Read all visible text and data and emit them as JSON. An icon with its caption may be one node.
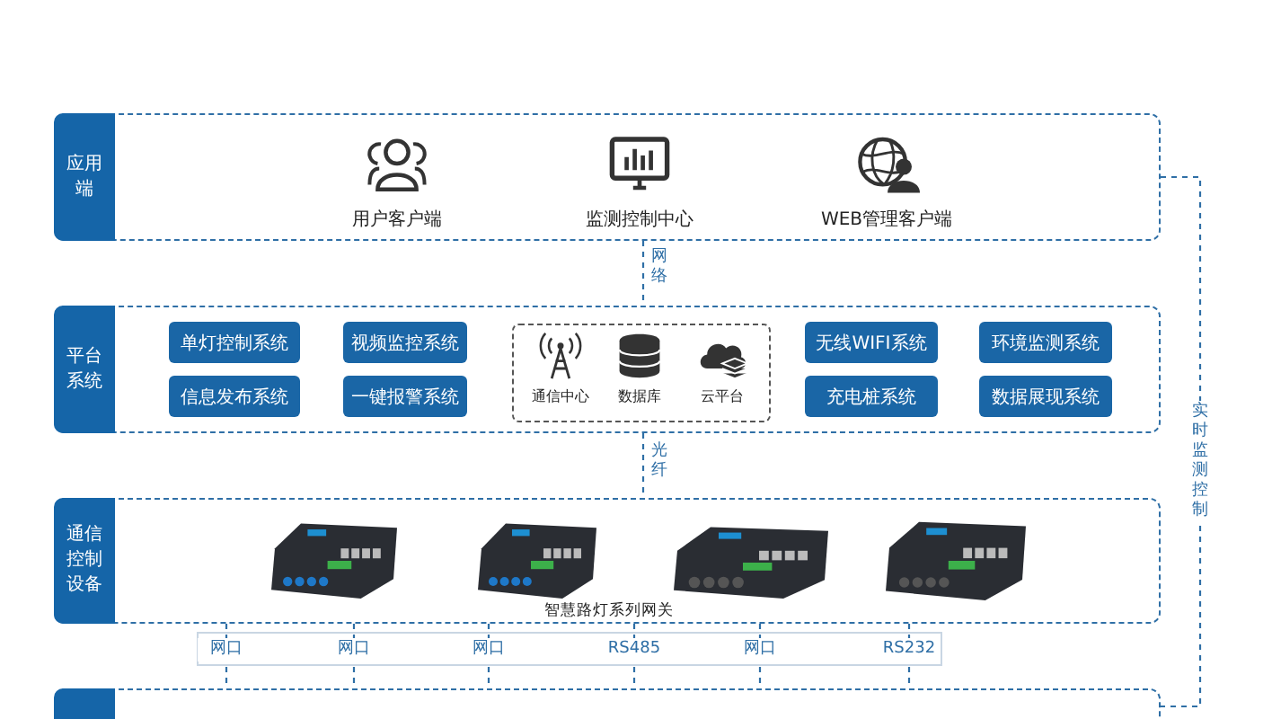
{
  "diagram": {
    "nodes": [
      {
        "text": [
          "应用端"
        ]
      },
      {
        "text": [
          "用户客户端"
        ],
        "in": 0
      },
      {
        "text": [
          "监测控制中心"
        ],
        "in": 0
      },
      {
        "text": [
          "WEB管理客户端"
        ],
        "in": 0
      },
      {
        "text": [
          "平台系统"
        ]
      },
      {
        "text": [
          "单灯控制系统"
        ],
        "in": 4
      },
      {
        "text": [
          "视频监控系统"
        ],
        "in": 4
      },
      {
        "text": [
          "信息发布系统"
        ],
        "in": 4
      },
      {
        "text": [
          "一键报警系统"
        ],
        "in": 4
      },
      {
        "text": [],
        "shape": "box",
        "in": 4
      },
      {
        "text": [
          "通信中心"
        ],
        "in": 9
      },
      {
        "text": [
          "数据库"
        ],
        "in": 9
      },
      {
        "text": [
          "云平台"
        ],
        "in": 9
      },
      {
        "text": [
          "无线WIFI系统"
        ],
        "in": 4
      },
      {
        "text": [
          "环境监测系统"
        ],
        "in": 4
      },
      {
        "text": [
          "充电桩系统"
        ],
        "in": 4
      },
      {
        "text": [
          "数据展现系统"
        ],
        "in": 4
      },
      {
        "text": [
          "通信控制设备"
        ]
      },
      {
        "text": [],
        "shape": "picture",
        "in": 17
      },
      {
        "text": [],
        "shape": "picture",
        "in": 17
      },
      {
        "text": [],
        "shape": "picture",
        "in": 17
      },
      {
        "text": [],
        "shape": "picture",
        "in": 17
      },
      {
        "text": [],
        "shape": "box"
      }
    ],
    "edges": [
      {
        "from": 0,
        "to": 4,
        "arrow": "none",
        "label": "网络",
        "style": "dashed"
      },
      {
        "from": 4,
        "to": 17,
        "arrow": "none",
        "label": "光纤",
        "style": "dashed"
      },
      {
        "from": 17,
        "to": 22,
        "arrow": "none",
        "label": "网口",
        "style": "dashed"
      },
      {
        "from": 17,
        "to": 22,
        "arrow": "none",
        "label": "网口",
        "style": "dashed"
      },
      {
        "from": 17,
        "to": 22,
        "arrow": "none",
        "label": "网口",
        "style": "dashed"
      },
      {
        "from": 17,
        "to": 22,
        "arrow": "none",
        "label": "RS485",
        "style": "dashed"
      },
      {
        "from": 17,
        "to": 22,
        "arrow": "none",
        "label": "网口",
        "style": "dashed"
      },
      {
        "from": 17,
        "to": 22,
        "arrow": "none",
        "label": "RS232",
        "style": "dashed"
      },
      {
        "from": 0,
        "to": 22,
        "arrow": "none",
        "label": "实时监测控制",
        "style": "dashed"
      }
    ],
    "labels": [
      "智慧路灯系列网关"
    ]
  }
}
